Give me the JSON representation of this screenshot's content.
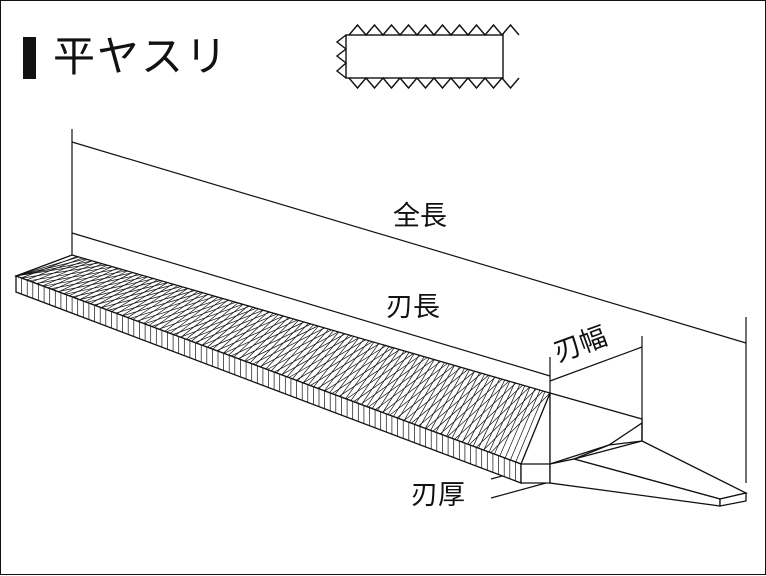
{
  "title": "平ヤスリ",
  "labels": {
    "overall_length": "全長",
    "blade_length": "刃長",
    "blade_width": "刃幅",
    "blade_thickness": "刃厚"
  },
  "colors": {
    "line": "#111111",
    "background": "#ffffff"
  }
}
